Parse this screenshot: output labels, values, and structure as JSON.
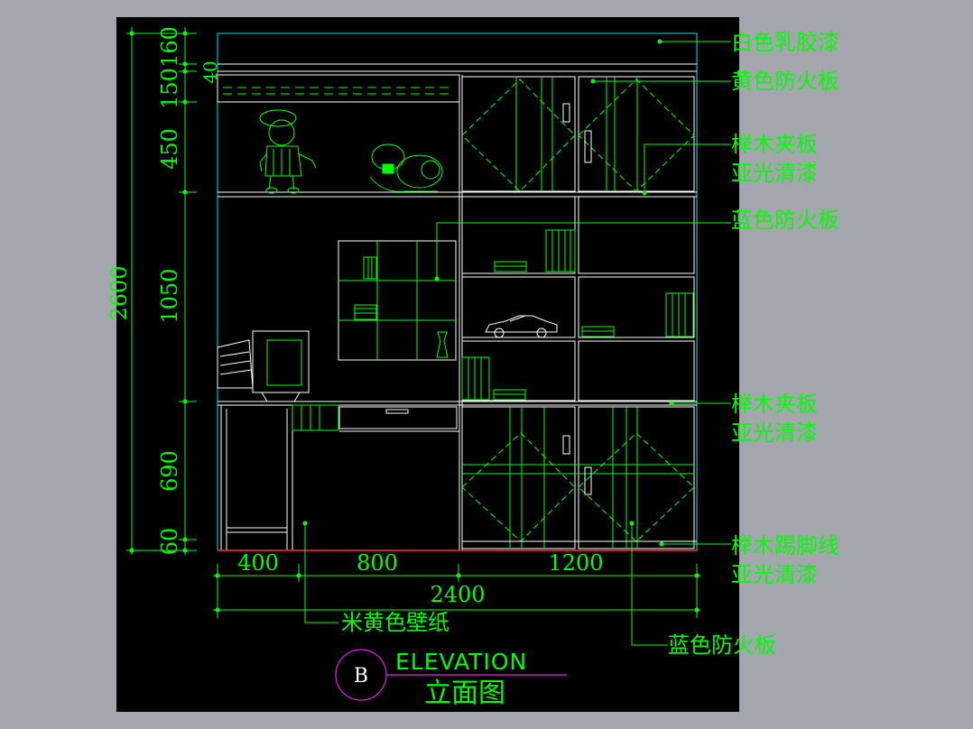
{
  "colors": {
    "background": "#a3a6ad",
    "sheet": "#000000",
    "frame": "#00e5ee",
    "lines": "#ffffff",
    "annotation": "#00ff00",
    "floor": "#ff2a2a",
    "tag": "#e020e0"
  },
  "dimensions": {
    "overall_height": "2600",
    "left_segments": [
      "160",
      "40",
      "150",
      "450",
      "1050",
      "690",
      "60"
    ],
    "bottom_segments": [
      "400",
      "800",
      "1200"
    ],
    "overall_width": "2400"
  },
  "annotations": {
    "white_latex_paint": "白色乳胶漆",
    "yellow_fireproof_board": "黄色防火板",
    "beech_plywood_1_line1": "榉木夹板",
    "beech_plywood_1_line2": "亚光清漆",
    "blue_fireproof_board_1": "蓝色防火板",
    "beech_plywood_2_line1": "榉木夹板",
    "beech_plywood_2_line2": "亚光清漆",
    "beech_skirting_line1": "榉木踢脚线",
    "beech_skirting_line2": "亚光清漆",
    "beige_wallpaper": "米黄色壁纸",
    "blue_fireproof_board_2": "蓝色防火板"
  },
  "title_block": {
    "tag": "B",
    "title_en": "ELEVATION",
    "title_zh": "立面图"
  }
}
